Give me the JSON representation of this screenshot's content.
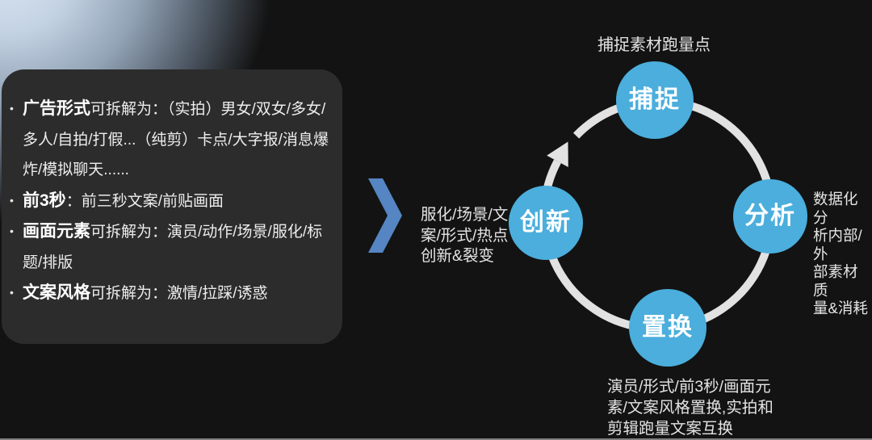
{
  "colors": {
    "background": "#131313",
    "panel_bg": "#2C2C2C",
    "node_blue": "#4BAEDC",
    "chevron_blue": "#5585C2",
    "ring_gray": "#E2E2E2",
    "text_light": "#ECECEC"
  },
  "breakdown_panel": {
    "bullet": "•",
    "items": [
      {
        "lead": "广告形式",
        "rest": "可拆解为：（实拍）男女/双女/多女/多人/自拍/打假...（纯剪）卡点/大字报/消息爆炸/模拟聊天......"
      },
      {
        "lead": "前3秒",
        "rest": "：前三秒文案/前贴画面"
      },
      {
        "lead": "画面元素",
        "rest": "可拆解为：演员/动作/场景/服化/标题/排版"
      },
      {
        "lead": "文案风格",
        "rest": "可拆解为：激情/拉踩/诱惑"
      }
    ]
  },
  "cycle": {
    "nodes": [
      {
        "id": "capture",
        "label": "捕捉"
      },
      {
        "id": "analyze",
        "label": "分析"
      },
      {
        "id": "swap",
        "label": "置换"
      },
      {
        "id": "innovate",
        "label": "创新"
      }
    ],
    "annotations": {
      "top": {
        "lines": [
          "捕捉素材跑量点"
        ]
      },
      "right": {
        "lines": [
          "数据化分",
          "析内部/外",
          "部素材质",
          "量&消耗"
        ]
      },
      "bottom": {
        "lines": [
          "演员/形式/前3秒/画面元",
          "素/文案风格置换,实拍和",
          "剪辑跑量文案互换"
        ]
      },
      "left": {
        "lines": [
          "服化/场景/文",
          "案/形式/热点",
          "创新&裂变"
        ]
      }
    }
  }
}
